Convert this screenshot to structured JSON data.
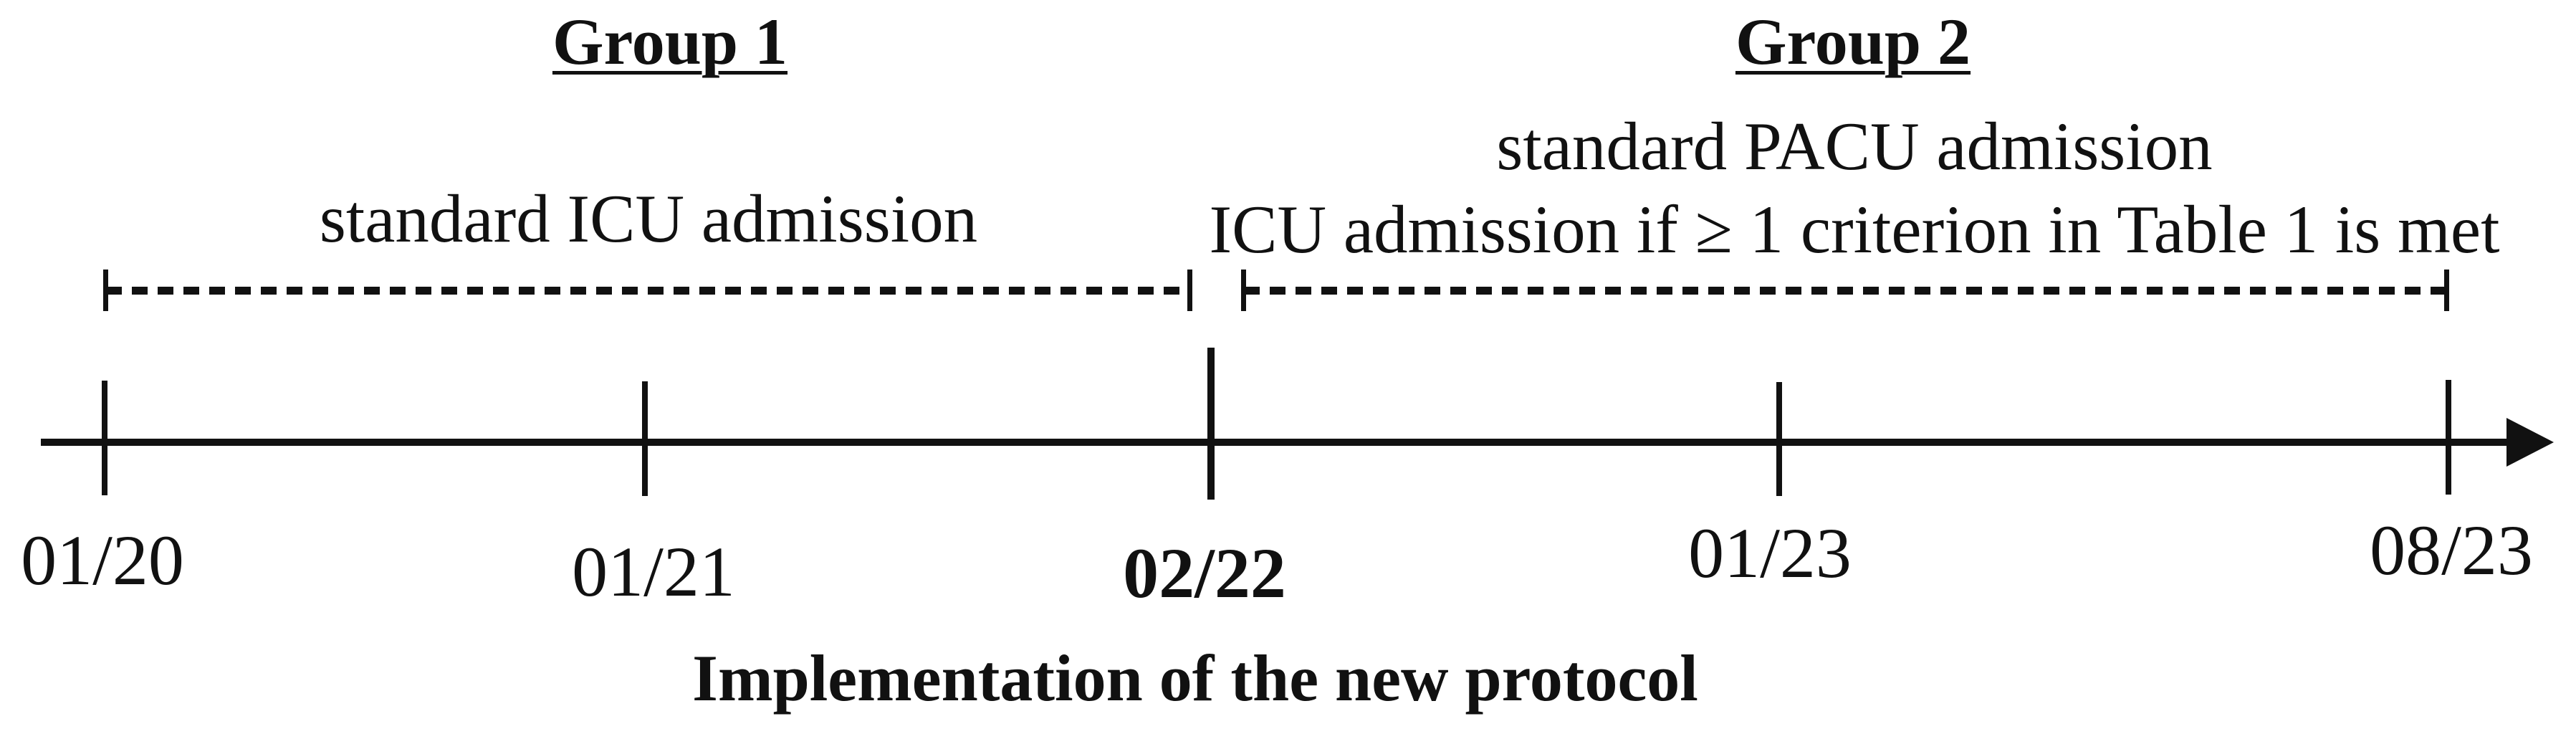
{
  "figure": {
    "background_color": "#ffffff",
    "ink_color": "#111111"
  },
  "groups": [
    {
      "label": "Group 1",
      "description_lines": [
        "standard ICU admission"
      ],
      "starts_at": "01/20",
      "ends_at": "02/22"
    },
    {
      "label": "Group 2",
      "description_lines": [
        "standard PACU admission",
        "ICU admission if ≥ 1 criterion in Table 1 is met"
      ],
      "starts_at": "02/22",
      "ends_at": "08/23"
    }
  ],
  "timeline": {
    "ticks": [
      {
        "label": "01/20",
        "emphasis": false
      },
      {
        "label": "01/21",
        "emphasis": false
      },
      {
        "label": "02/22",
        "emphasis": true
      },
      {
        "label": "01/23",
        "emphasis": false
      },
      {
        "label": "08/23",
        "emphasis": false
      }
    ],
    "caption": "Implementation of the new protocol"
  }
}
